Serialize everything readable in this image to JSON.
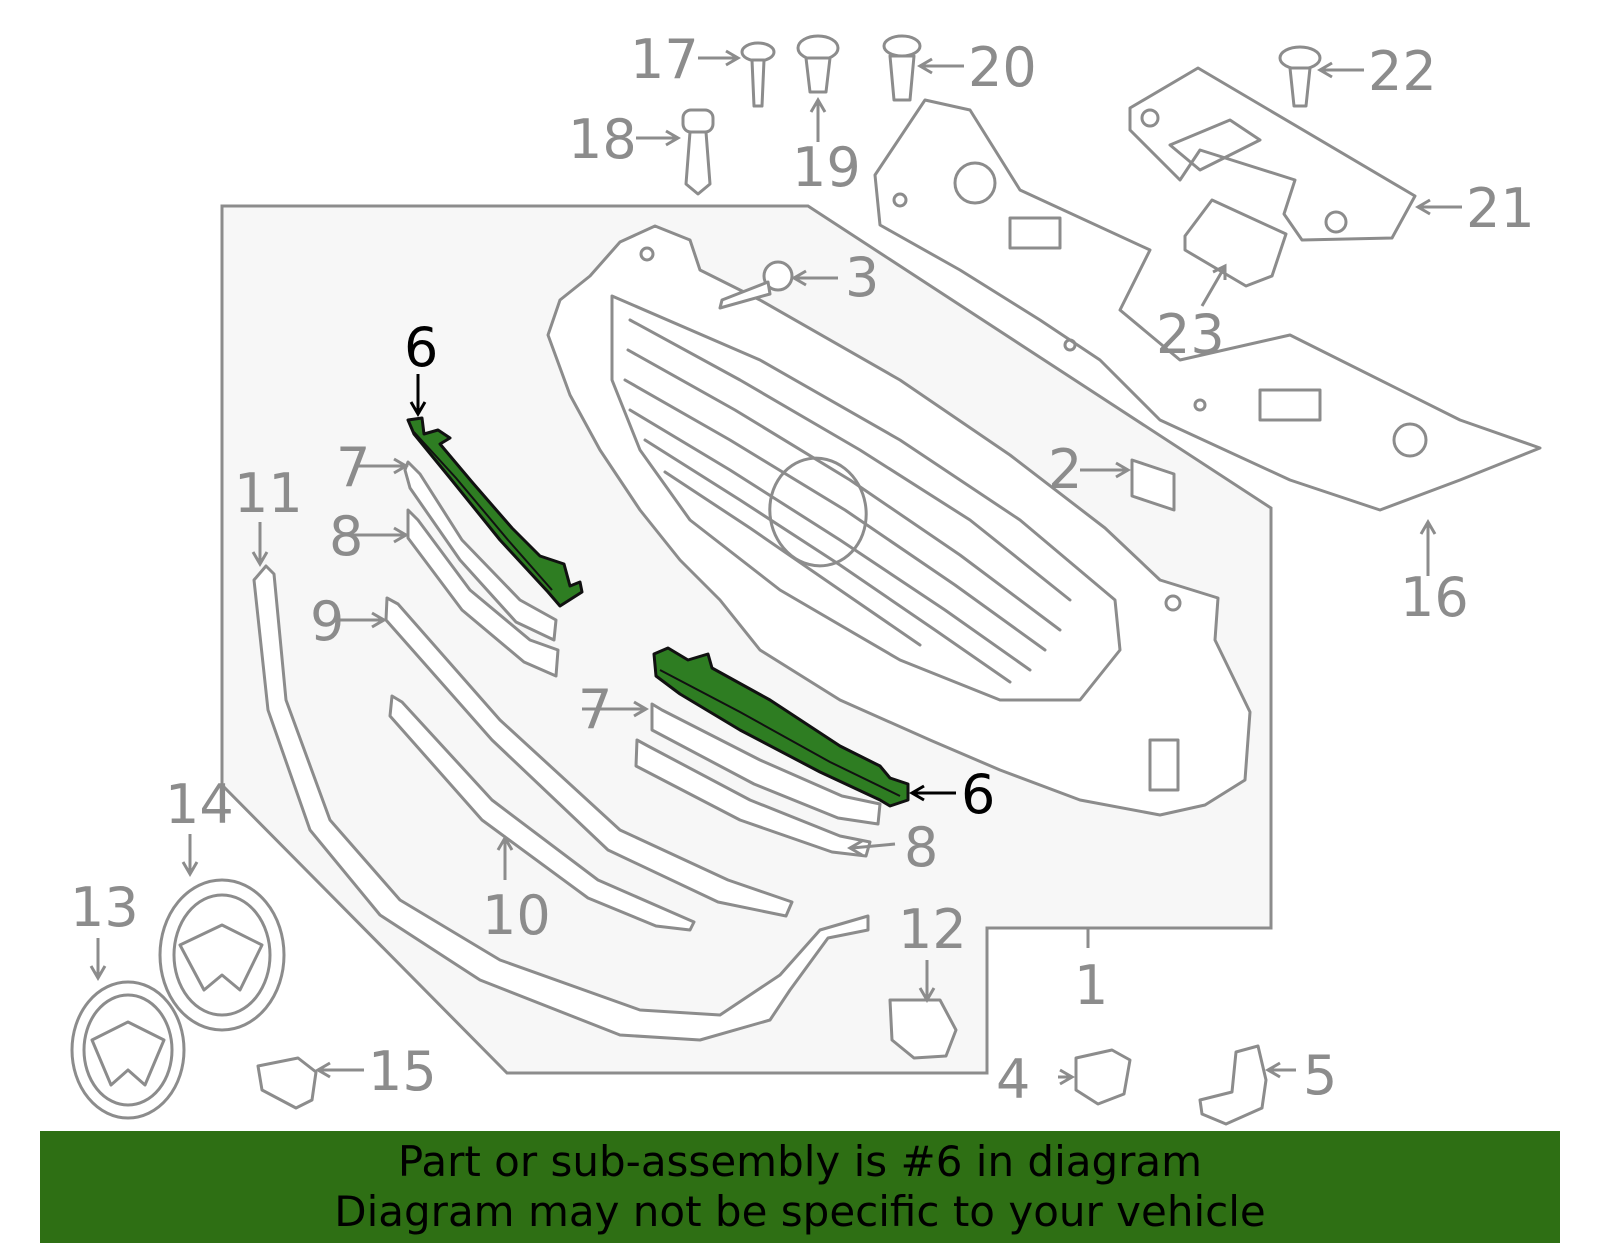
{
  "banner": {
    "line1": "Part or sub-assembly is #6 in diagram",
    "line2": "Diagram may not be specific to your vehicle"
  },
  "highlight_color": "#2e7d22",
  "banner_color": "#2e6f14",
  "callouts": {
    "p1": "1",
    "p2": "2",
    "p3": "3",
    "p4": "4",
    "p5": "5",
    "p6a": "6",
    "p6b": "6",
    "p7a": "7",
    "p7b": "7",
    "p8a": "8",
    "p8b": "8",
    "p9": "9",
    "p10": "10",
    "p11": "11",
    "p12": "12",
    "p13": "13",
    "p14": "14",
    "p15": "15",
    "p16": "16",
    "p17": "17",
    "p18": "18",
    "p19": "19",
    "p20": "20",
    "p21": "21",
    "p22": "22",
    "p23": "23"
  }
}
